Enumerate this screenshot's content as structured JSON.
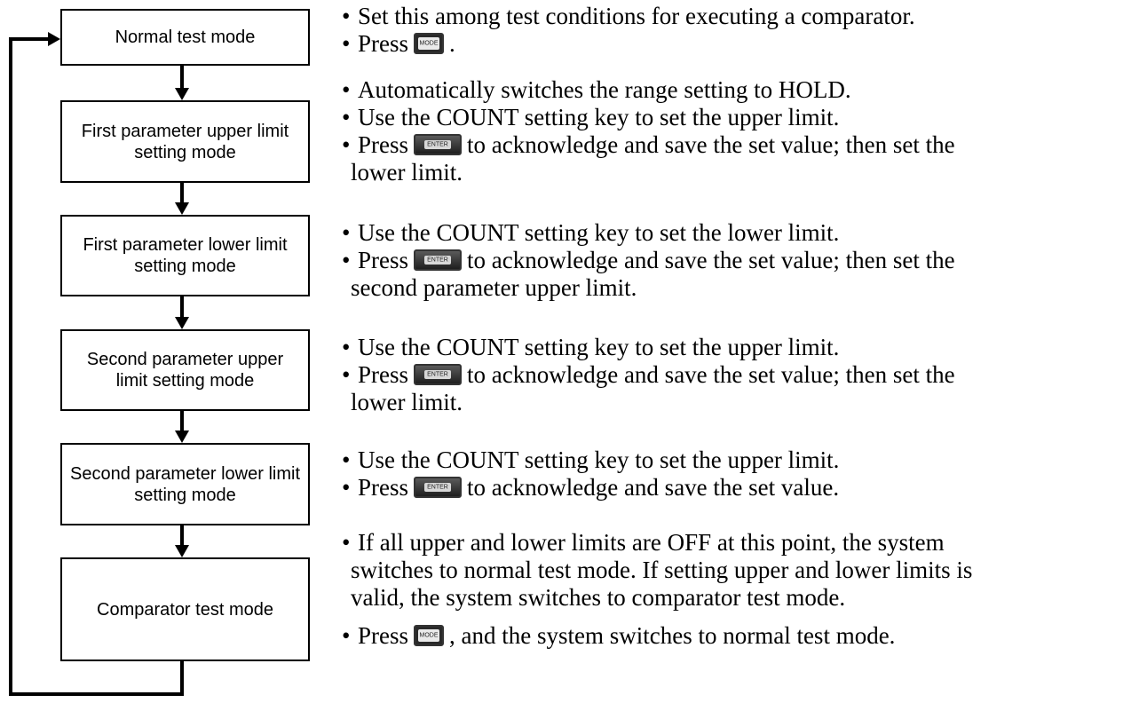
{
  "flow_boxes": [
    "Normal test mode",
    "First parameter upper limit setting mode",
    "First parameter lower limit setting mode",
    "Second parameter upper limit setting mode",
    "Second parameter lower limit setting mode",
    "Comparator test mode"
  ],
  "keys": {
    "mode": "MODE",
    "enter": "ENTER"
  },
  "descriptions": {
    "normal": {
      "b1": "Set this among test conditions for executing a comparator.",
      "b2_pre": "Press",
      "b2_post": "."
    },
    "first_upper": {
      "b1": "Automatically switches the range setting to HOLD.",
      "b2": "Use the COUNT setting key to set the upper limit.",
      "b3_pre": "Press",
      "b3_post": "to acknowledge and save the set value; then set the",
      "b3_cont": "lower limit."
    },
    "first_lower": {
      "b1": "Use the COUNT setting key to set the lower limit.",
      "b2_pre": "Press",
      "b2_post": "to acknowledge and save the set value; then set the",
      "b2_cont": "second parameter upper limit."
    },
    "second_upper": {
      "b1": "Use the COUNT setting key to set the upper limit.",
      "b2_pre": "Press",
      "b2_post": "to acknowledge and save the set value; then set the",
      "b2_cont": "lower limit."
    },
    "second_lower": {
      "b1": "Use the COUNT setting key to set the upper limit.",
      "b2_pre": "Press",
      "b2_post": "to acknowledge and save the set value."
    },
    "comparator": {
      "b1": "If all upper and lower limits are OFF at this point, the system",
      "b1_cont1": "switches to normal test mode.  If setting upper and lower limits is",
      "b1_cont2": "valid, the system switches to comparator test mode.",
      "b2_pre": "Press",
      "b2_post": ", and the system switches to normal test mode."
    }
  }
}
